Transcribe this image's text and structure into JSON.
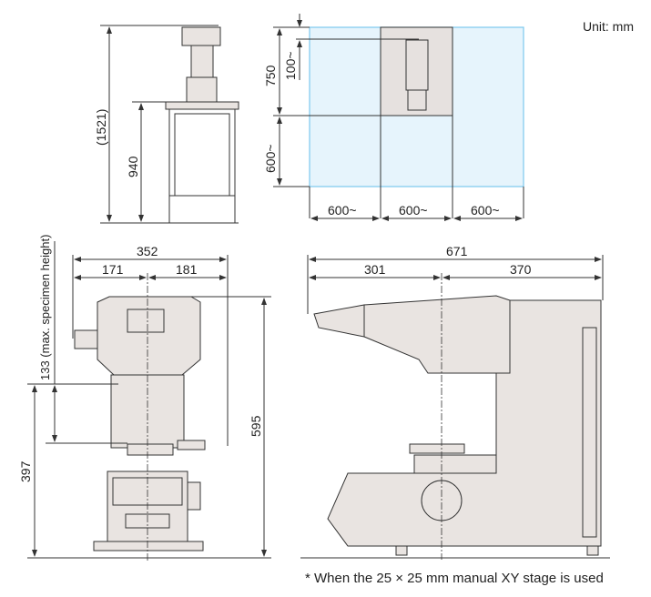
{
  "unit_label": "Unit: mm",
  "footnote": "* When the 25 × 25 mm manual XY stage is used",
  "side_elevation": {
    "total_height": "(1521)",
    "table_height": "940"
  },
  "floor_plan": {
    "depth": "750",
    "rear_clearance": "100~",
    "front_clearance": "600~",
    "widths": [
      "600~",
      "600~",
      "600~"
    ],
    "colors": {
      "clearance_area": "#e6f4fc",
      "machine_area": "#e6e1df"
    }
  },
  "front_view": {
    "overall_width": "352",
    "left_width": "171",
    "right_width": "181",
    "height": "595",
    "stage_height": "397",
    "max_specimen": "133 (max. specimen height)"
  },
  "side_view": {
    "overall_depth": "671",
    "front_depth": "301",
    "rear_depth": "370"
  }
}
